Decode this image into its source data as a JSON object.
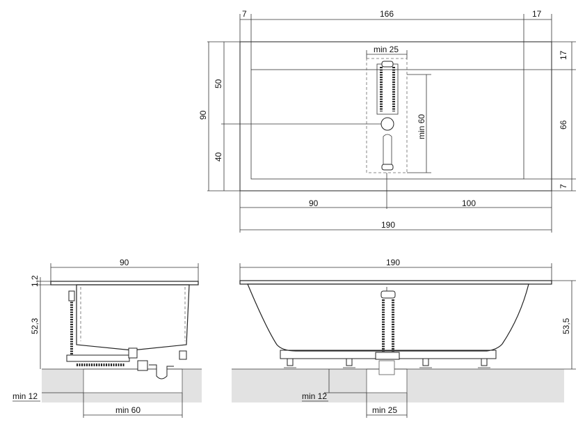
{
  "plan_view": {
    "top_left_offset": "7",
    "top_width": "166",
    "top_right_offset": "17",
    "overall_height": "90",
    "left_upper": "50",
    "left_lower": "40",
    "right_top": "17",
    "right_middle": "66",
    "right_bottom": "7",
    "fitting_width": "min 25",
    "fitting_depth": "min 60",
    "bottom_left": "90",
    "bottom_right": "100",
    "overall_length": "190"
  },
  "side_view": {
    "width": "90",
    "rim": "1,2",
    "height": "52,3",
    "floor_depth": "min 12",
    "floor_opening": "min  60"
  },
  "front_view": {
    "length": "190",
    "height": "53,5",
    "floor_depth": "min 12",
    "floor_opening": "min  25"
  }
}
